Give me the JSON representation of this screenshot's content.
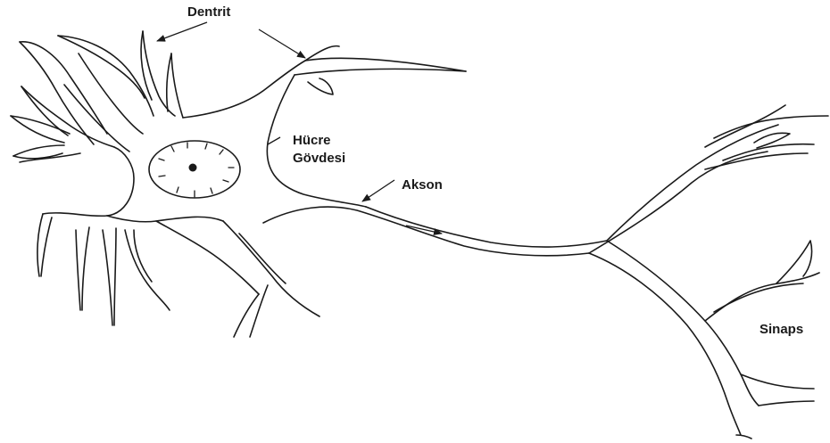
{
  "labels": {
    "dendrite": "Dentrit",
    "cell_body_line1": "Hücre",
    "cell_body_line2": "Gövdesi",
    "axon": "Akson",
    "synapse": "Sinaps"
  },
  "colors": {
    "ink": "#1a1a1a",
    "background": "#ffffff"
  }
}
